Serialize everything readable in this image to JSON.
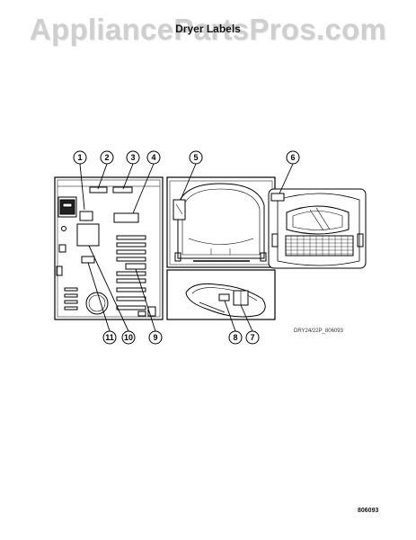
{
  "watermark": "AppliancePartsPros.com",
  "title": "Dryer Labels",
  "figure_code": "DRY24/22P_806093",
  "page_number": "806093",
  "callouts": [
    "1",
    "2",
    "3",
    "4",
    "5",
    "6",
    "7",
    "8",
    "9",
    "10",
    "11"
  ]
}
